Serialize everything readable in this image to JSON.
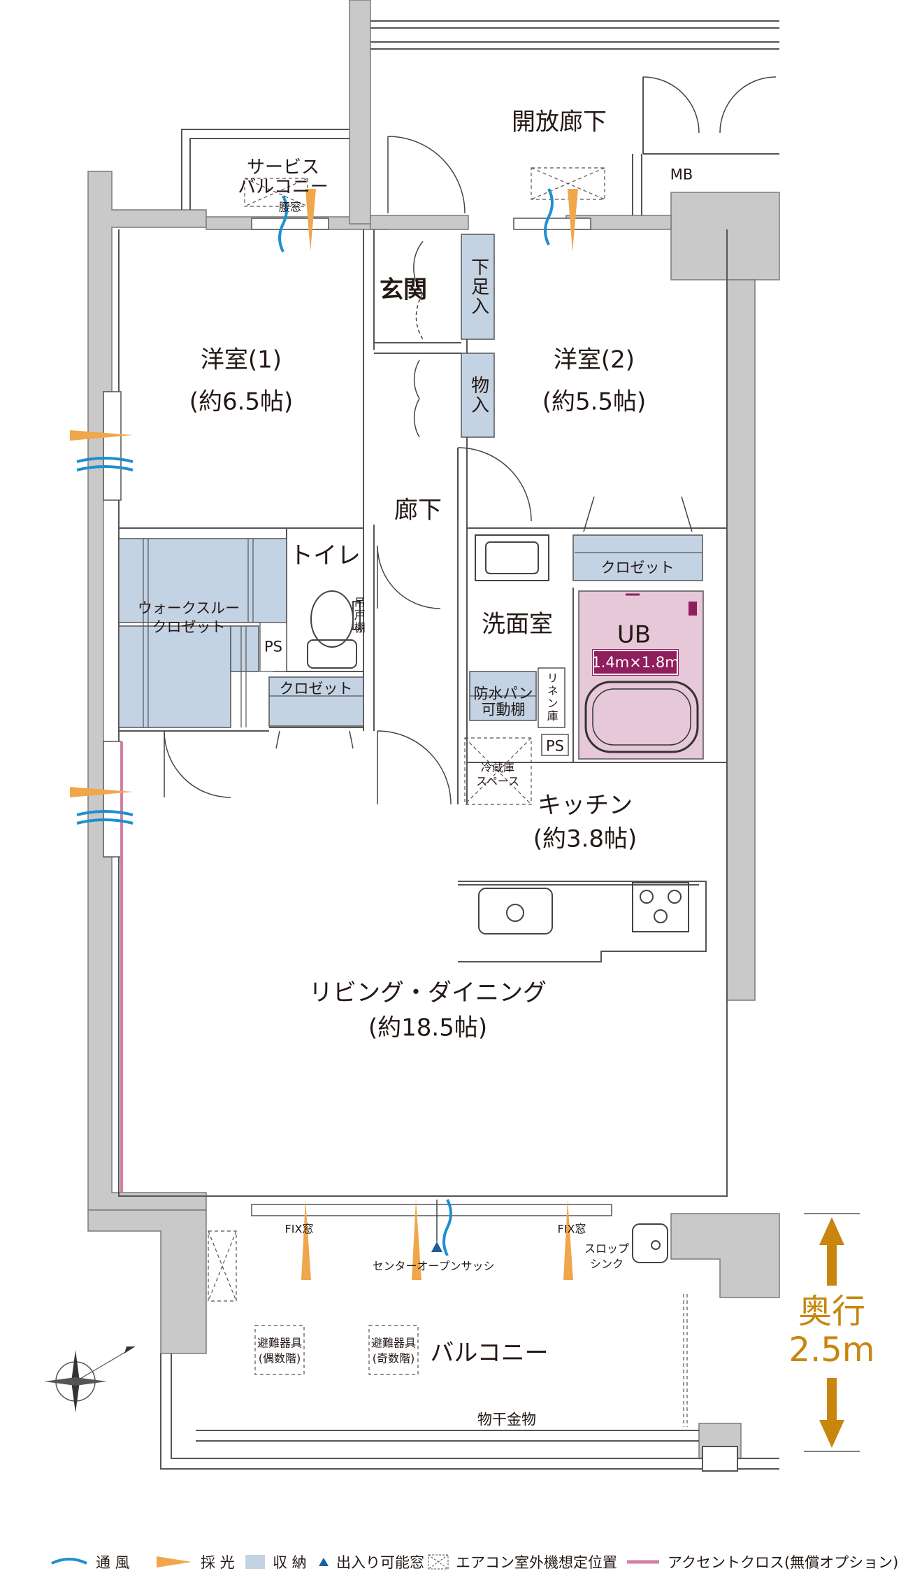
{
  "rooms": {
    "western1_name": "洋室(1)",
    "western1_size": "(約6.5帖)",
    "western2_name": "洋室(2)",
    "western2_size": "(約5.5帖)",
    "entrance": "玄関",
    "hallway": "廊下",
    "toilet": "トイレ",
    "washroom": "洗面室",
    "ub": "UB",
    "ub_size": "1.4m×1.8m",
    "kitchen_name": "キッチン",
    "kitchen_size": "(約3.8帖)",
    "living_name": "リビング・ダイニング",
    "living_size": "(約18.5帖)",
    "balcony": "バルコニー",
    "open_corridor": "開放廊下",
    "service_balcony_line1": "サービス",
    "service_balcony_line2": "バルコニー",
    "waist_window": "腰窓"
  },
  "storage": {
    "shoe_box": "下足入",
    "storage_room": "物入",
    "closet_right": "クロゼット",
    "walk_through_line1": "ウォークスルー",
    "walk_through_line2": "クロゼット",
    "closet_left": "クロゼット",
    "hanging_shelf": "吊戸棚",
    "ps_left": "PS",
    "ps_right": "PS",
    "waterproof_line1": "防水パン",
    "waterproof_line2": "可動棚",
    "linen": "リネン庫",
    "fridge_line1": "冷蔵庫",
    "fridge_line2": "スペース"
  },
  "fixtures": {
    "mb": "MB",
    "fix_window_left": "FIX窓",
    "fix_window_right": "FIX窓",
    "center_sash": "センターオープンサッシ",
    "slop_line1": "スロップ",
    "slop_line2": "シンク",
    "escape_even_line1": "避難器具",
    "escape_even_line2": "(偶数階)",
    "escape_odd_line1": "避難器具",
    "escape_odd_line2": "(奇数階)",
    "drying_rod": "物干金物"
  },
  "depth": {
    "label": "奥行",
    "value": "2.5m"
  },
  "legend": {
    "ventilation": "通 風",
    "daylight": "採 光",
    "storage": "収 納",
    "exit_window": "出入り可能窓",
    "ac_unit": "エアコン室外機想定位置",
    "accent_cloth": "アクセントクロス(無償オプション)"
  },
  "colors": {
    "storage_fill": "#c4d3e4",
    "ub_fill": "#e6c8d8",
    "ub_accent": "#8f1e5d",
    "wall": "#c9c9c9",
    "daylight": "#f0a64b",
    "ventilation": "#1d8fd0",
    "depth_arrow": "#c8860f",
    "accent_cloth": "#d27fa6"
  }
}
